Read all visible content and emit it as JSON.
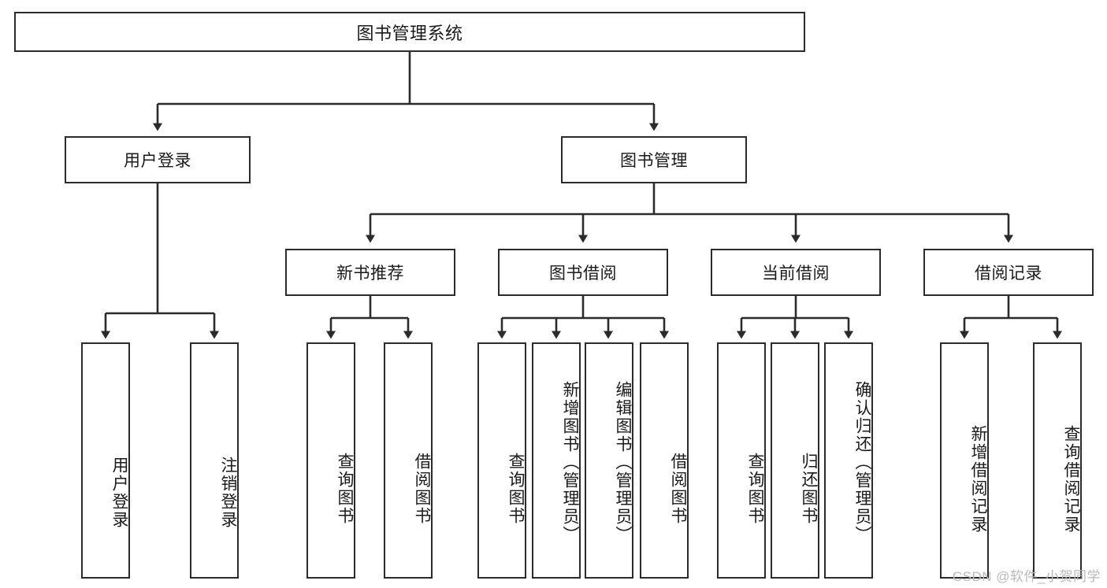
{
  "diagram": {
    "type": "tree-hierarchy",
    "title": "图书管理系统",
    "orientation": "top-down",
    "colors": {
      "box_border": "#2b2b2b",
      "box_fill": "#ffffff",
      "connector": "#2b2b2b",
      "text": "#1a1a1a",
      "watermark": "#b9b9b9",
      "background": "#ffffff"
    },
    "levels": {
      "root": {
        "label": "图书管理系统"
      },
      "level2": [
        {
          "id": "user-login",
          "label": "用户登录"
        },
        {
          "id": "book-manage",
          "label": "图书管理"
        }
      ],
      "level3": [
        {
          "id": "new-book-recommend",
          "label": "新书推荐",
          "parent": "book-manage"
        },
        {
          "id": "book-borrow",
          "label": "图书借阅",
          "parent": "book-manage"
        },
        {
          "id": "current-borrow",
          "label": "当前借阅",
          "parent": "book-manage"
        },
        {
          "id": "borrow-record",
          "label": "借阅记录",
          "parent": "book-manage"
        }
      ],
      "leaves": [
        {
          "id": "leaf-user-login",
          "label": "用户登录",
          "parent": "user-login"
        },
        {
          "id": "leaf-logout",
          "label": "注销登录",
          "parent": "user-login"
        },
        {
          "id": "leaf-query-book-1",
          "label": "查询图书",
          "parent": "new-book-recommend"
        },
        {
          "id": "leaf-borrow-book-1",
          "label": "借阅图书",
          "parent": "new-book-recommend"
        },
        {
          "id": "leaf-query-book-2",
          "label": "查询图书",
          "parent": "book-borrow"
        },
        {
          "id": "leaf-add-book",
          "label": "新增图书（管理员）",
          "parent": "book-borrow"
        },
        {
          "id": "leaf-edit-book",
          "label": "编辑图书（管理员）",
          "parent": "book-borrow"
        },
        {
          "id": "leaf-borrow-book-2",
          "label": "借阅图书",
          "parent": "book-borrow"
        },
        {
          "id": "leaf-query-book-3",
          "label": "查询图书",
          "parent": "current-borrow"
        },
        {
          "id": "leaf-return-book",
          "label": "归还图书",
          "parent": "current-borrow"
        },
        {
          "id": "leaf-confirm-return",
          "label": "确认归还（管理员）",
          "parent": "current-borrow"
        },
        {
          "id": "leaf-add-record",
          "label": "新增借阅记录",
          "parent": "borrow-record"
        },
        {
          "id": "leaf-query-record",
          "label": "查询借阅记录",
          "parent": "borrow-record"
        }
      ]
    },
    "watermark": "CSDN @软件_小贺同学"
  }
}
